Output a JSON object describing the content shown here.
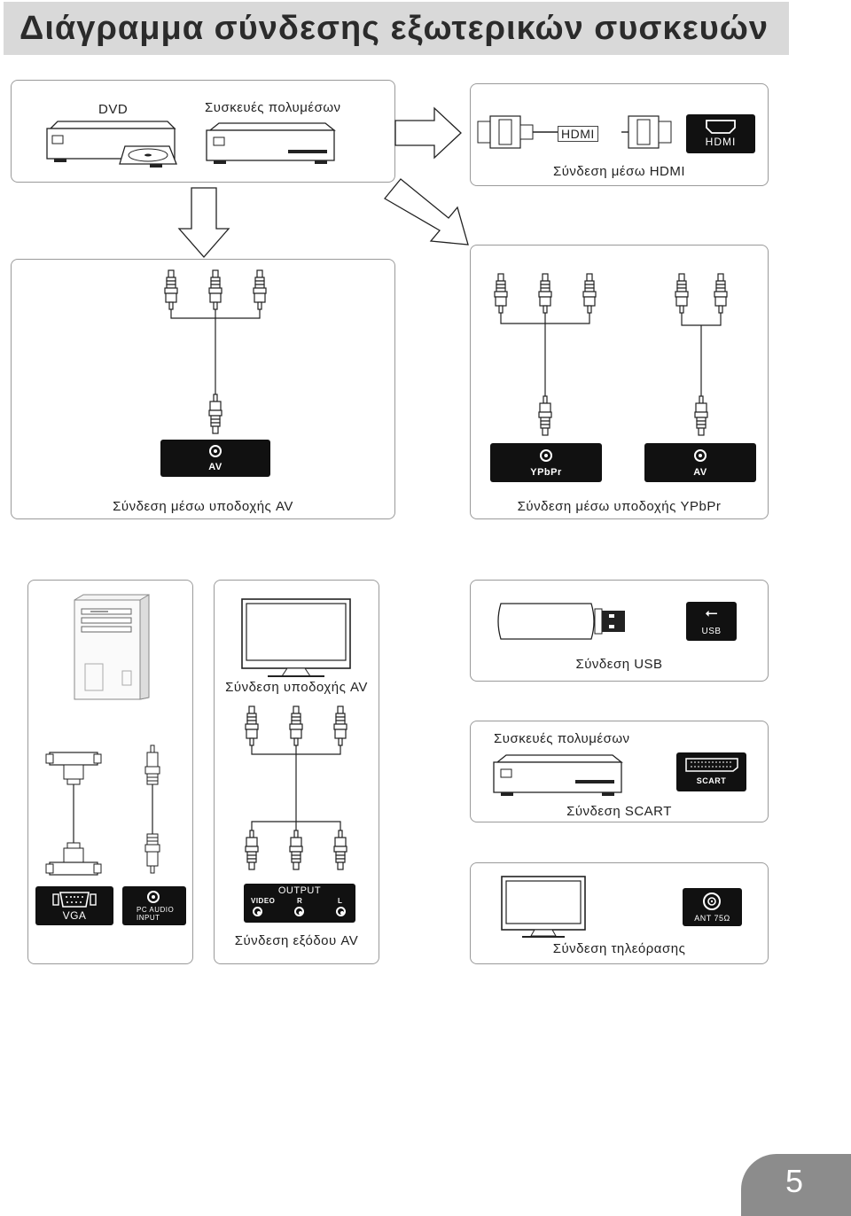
{
  "title": "Διάγραμμα σύνδεσης εξωτερικών συσκευών",
  "panel_devices": {
    "dvd_label": "DVD",
    "multimedia_label": "Συσκευές πολυμέσων"
  },
  "panel_hdmi": {
    "cable_label": "HDMI",
    "port_label": "HDMI",
    "caption": "Σύνδεση μέσω HDMI"
  },
  "panel_av": {
    "port_label": "AV",
    "caption": "Σύνδεση μέσω υποδοχής AV"
  },
  "panel_ypbpr": {
    "port1_label": "YPbPr",
    "port2_label": "AV",
    "caption": "Σύνδεση μέσω υποδοχής YPbPr"
  },
  "panel_pc": {
    "vga_label": "VGA",
    "pc_audio_label_1": "PC AUDIO",
    "pc_audio_label_2": "INPUT"
  },
  "panel_av_out": {
    "caption_top": "Σύνδεση υποδοχής AV",
    "output_label": "OUTPUT",
    "video_label": "VIDEO",
    "r_label": "R",
    "l_label": "L",
    "caption": "Σύνδεση εξόδου AV"
  },
  "panel_usb": {
    "port_label": "USB",
    "caption": "Σύνδεση USB"
  },
  "panel_scart": {
    "device_label": "Συσκευές πολυμέσων",
    "port_label": "SCART",
    "caption": "Σύνδεση SCART"
  },
  "panel_tv": {
    "port_label": "ANT 75Ω",
    "caption": "Σύνδεση τηλεόρασης"
  },
  "page_number": "5",
  "colors": {
    "title_bg": "#d9d9d9",
    "port_bg": "#111111",
    "page_tab": "#8c8c8c"
  }
}
